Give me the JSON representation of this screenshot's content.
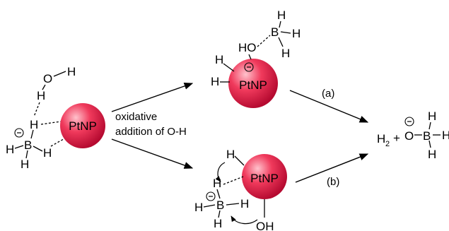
{
  "nanoparticle_label": "PtNP",
  "atoms": {
    "h": "H",
    "o": "O",
    "b": "B"
  },
  "groups": {
    "ho": "HO",
    "oh": "OH",
    "h2": "H",
    "h2_subscript": "2",
    "plus": "+"
  },
  "step_label": {
    "line1": "oxidative",
    "line2": "addition of O-H"
  },
  "pathway_a": "(a)",
  "pathway_b": "(b)",
  "colors": {
    "nanoparticle_light": "#ffc2cc",
    "nanoparticle_mid": "#f03a5c",
    "nanoparticle_dark": "#b50a30"
  }
}
